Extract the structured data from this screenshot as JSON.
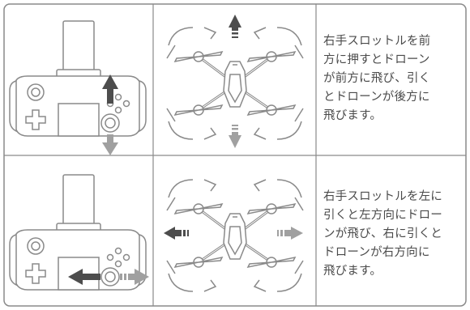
{
  "rows": [
    {
      "direction": "forward-backward",
      "description": "右手スロットルを前\n方に押すとドローン\nが前方に飛び、引く\nとドローンが後方に\n飛びます。"
    },
    {
      "direction": "left-right",
      "description": "右手スロットルを左に\n引くと左方向にドロー\nンが飛び、右に引くと\nドローンが右方向に\n飛びます。"
    }
  ],
  "colors": {
    "border": "#8a8a8a",
    "line": "#8a8a8a",
    "arrow_dark": "#4d4d4d",
    "arrow_light": "#a0a0a0",
    "text": "#4a4a4a"
  },
  "icons": [
    "controller-icon",
    "drone-icon",
    "arrow-up-icon",
    "arrow-down-icon",
    "arrow-left-icon",
    "arrow-right-icon"
  ]
}
